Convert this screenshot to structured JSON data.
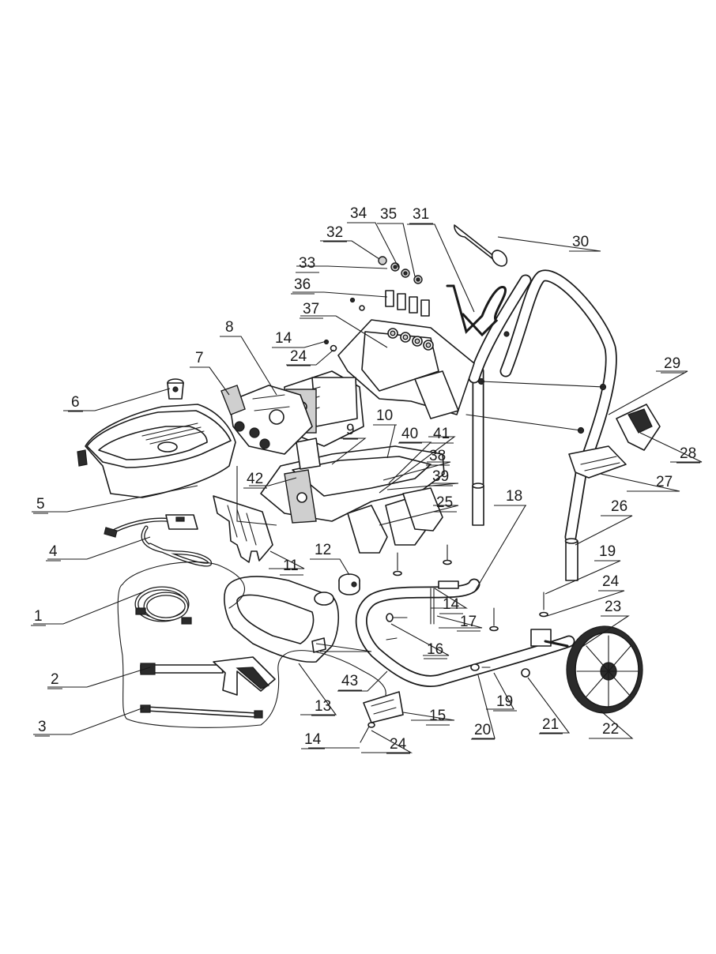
{
  "callouts": [
    {
      "key": "c1",
      "text": "1"
    },
    {
      "key": "c2",
      "text": "2"
    },
    {
      "key": "c3",
      "text": "3"
    },
    {
      "key": "c4",
      "text": "4"
    },
    {
      "key": "c5",
      "text": "5"
    },
    {
      "key": "c6",
      "text": "6"
    },
    {
      "key": "c7",
      "text": "7"
    },
    {
      "key": "c8",
      "text": "8"
    },
    {
      "key": "c9",
      "text": "9"
    },
    {
      "key": "c10",
      "text": "10"
    },
    {
      "key": "c11",
      "text": "11"
    },
    {
      "key": "c12",
      "text": "12"
    },
    {
      "key": "c13",
      "text": "13"
    },
    {
      "key": "c14a",
      "text": "14"
    },
    {
      "key": "c14b",
      "text": "14"
    },
    {
      "key": "c14c",
      "text": "14"
    },
    {
      "key": "c15",
      "text": "15"
    },
    {
      "key": "c16",
      "text": "16"
    },
    {
      "key": "c17",
      "text": "17"
    },
    {
      "key": "c18",
      "text": "18"
    },
    {
      "key": "c19a",
      "text": "19"
    },
    {
      "key": "c19b",
      "text": "19"
    },
    {
      "key": "c20",
      "text": "20"
    },
    {
      "key": "c21",
      "text": "21"
    },
    {
      "key": "c22",
      "text": "22"
    },
    {
      "key": "c23",
      "text": "23"
    },
    {
      "key": "c24a",
      "text": "24"
    },
    {
      "key": "c24b",
      "text": "24"
    },
    {
      "key": "c24c",
      "text": "24"
    },
    {
      "key": "c25",
      "text": "25"
    },
    {
      "key": "c26",
      "text": "26"
    },
    {
      "key": "c27",
      "text": "27"
    },
    {
      "key": "c28",
      "text": "28"
    },
    {
      "key": "c29",
      "text": "29"
    },
    {
      "key": "c30",
      "text": "30"
    },
    {
      "key": "c31",
      "text": "31"
    },
    {
      "key": "c32",
      "text": "32"
    },
    {
      "key": "c33",
      "text": "33"
    },
    {
      "key": "c34",
      "text": "34"
    },
    {
      "key": "c35",
      "text": "35"
    },
    {
      "key": "c36",
      "text": "36"
    },
    {
      "key": "c37",
      "text": "37"
    },
    {
      "key": "c38",
      "text": "38"
    },
    {
      "key": "c39",
      "text": "39"
    },
    {
      "key": "c40",
      "text": "40"
    },
    {
      "key": "c41",
      "text": "41"
    },
    {
      "key": "c42",
      "text": "42"
    },
    {
      "key": "c43",
      "text": "43"
    }
  ]
}
